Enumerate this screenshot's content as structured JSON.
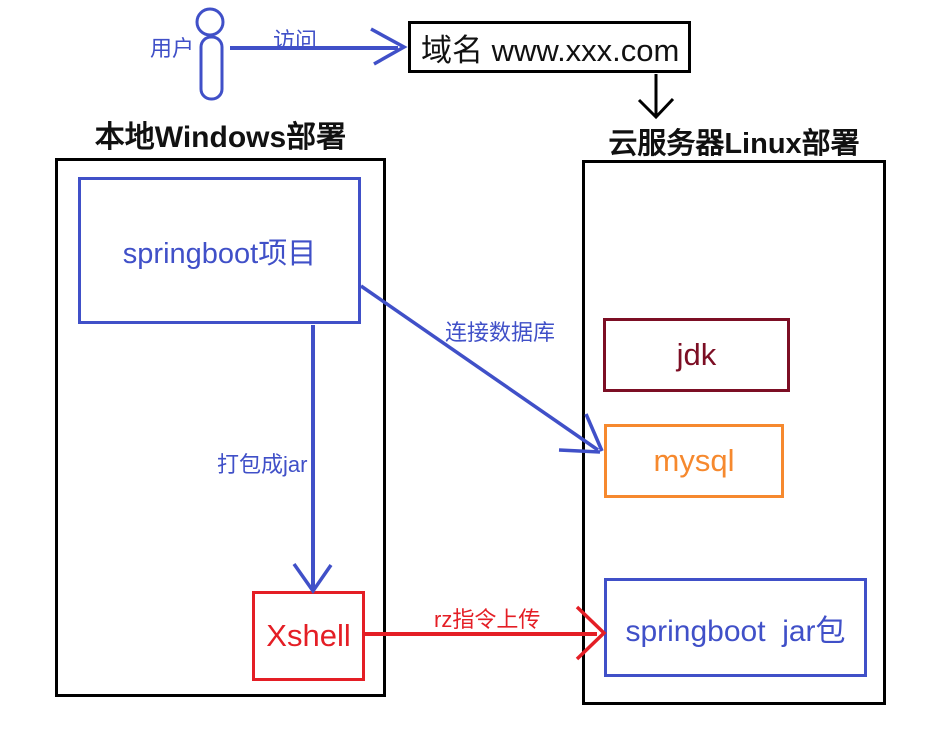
{
  "diagram": {
    "user_label": "用户",
    "domain_label": "域名 www.xxx.com",
    "arrows": {
      "visit_label": "访问",
      "connect_db_label": "连接数据库",
      "package_jar_label": "打包成jar",
      "rz_upload_label": "rz指令上传"
    },
    "left_panel": {
      "title": "本地Windows部署",
      "springboot_project_label": "springboot项目",
      "xshell_label": "Xshell"
    },
    "right_panel": {
      "title": "云服务器Linux部署",
      "jdk_label": "jdk",
      "mysql_label": "mysql",
      "springboot_jar_label": "springboot  jar包"
    },
    "colors": {
      "blue": "#4050c8",
      "red": "#e41e25",
      "orange": "#f6892e",
      "maroon": "#7c0e24",
      "black": "#000000"
    }
  }
}
